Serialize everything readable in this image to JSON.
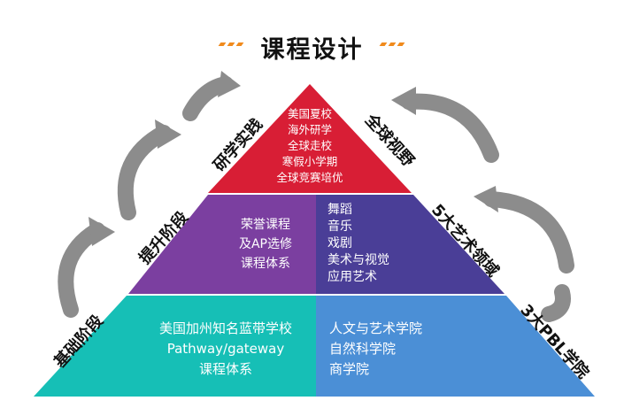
{
  "title": "课程设计",
  "colors": {
    "accent": "#f08a1c",
    "top": "#d81e35",
    "middle_left": "#7b3fa0",
    "middle_right": "#4a3e97",
    "bottom_left": "#16bfb6",
    "bottom_right": "#4b8fd6",
    "arrow": "#8c8c8c"
  },
  "levels": {
    "top": {
      "lines": [
        "美国夏校",
        "海外研学",
        "全球走校",
        "寒假小学期",
        "全球竞赛培优"
      ]
    },
    "middle": {
      "left_lines": [
        "荣誉课程",
        "及AP选修",
        "课程体系"
      ],
      "right_lines": [
        "舞蹈",
        "音乐",
        "戏剧",
        "美术与视觉",
        "应用艺术"
      ]
    },
    "bottom": {
      "left_lines": [
        "美国加州知名蓝带学校",
        "Pathway/gateway",
        "课程体系"
      ],
      "right_lines": [
        "人文与艺术学院",
        "自然科学院",
        "商学院"
      ]
    }
  },
  "left_labels": {
    "practice": "研学实践",
    "advance": "提升阶段",
    "foundation": "基础阶段"
  },
  "right_labels": {
    "global": "全球视野",
    "arts": "5大艺术领域",
    "pbl": "3大PBL学院"
  },
  "icons": {
    "left_arrow": "curved-arrow-icon",
    "right_arrow": "curved-arrow-icon"
  }
}
